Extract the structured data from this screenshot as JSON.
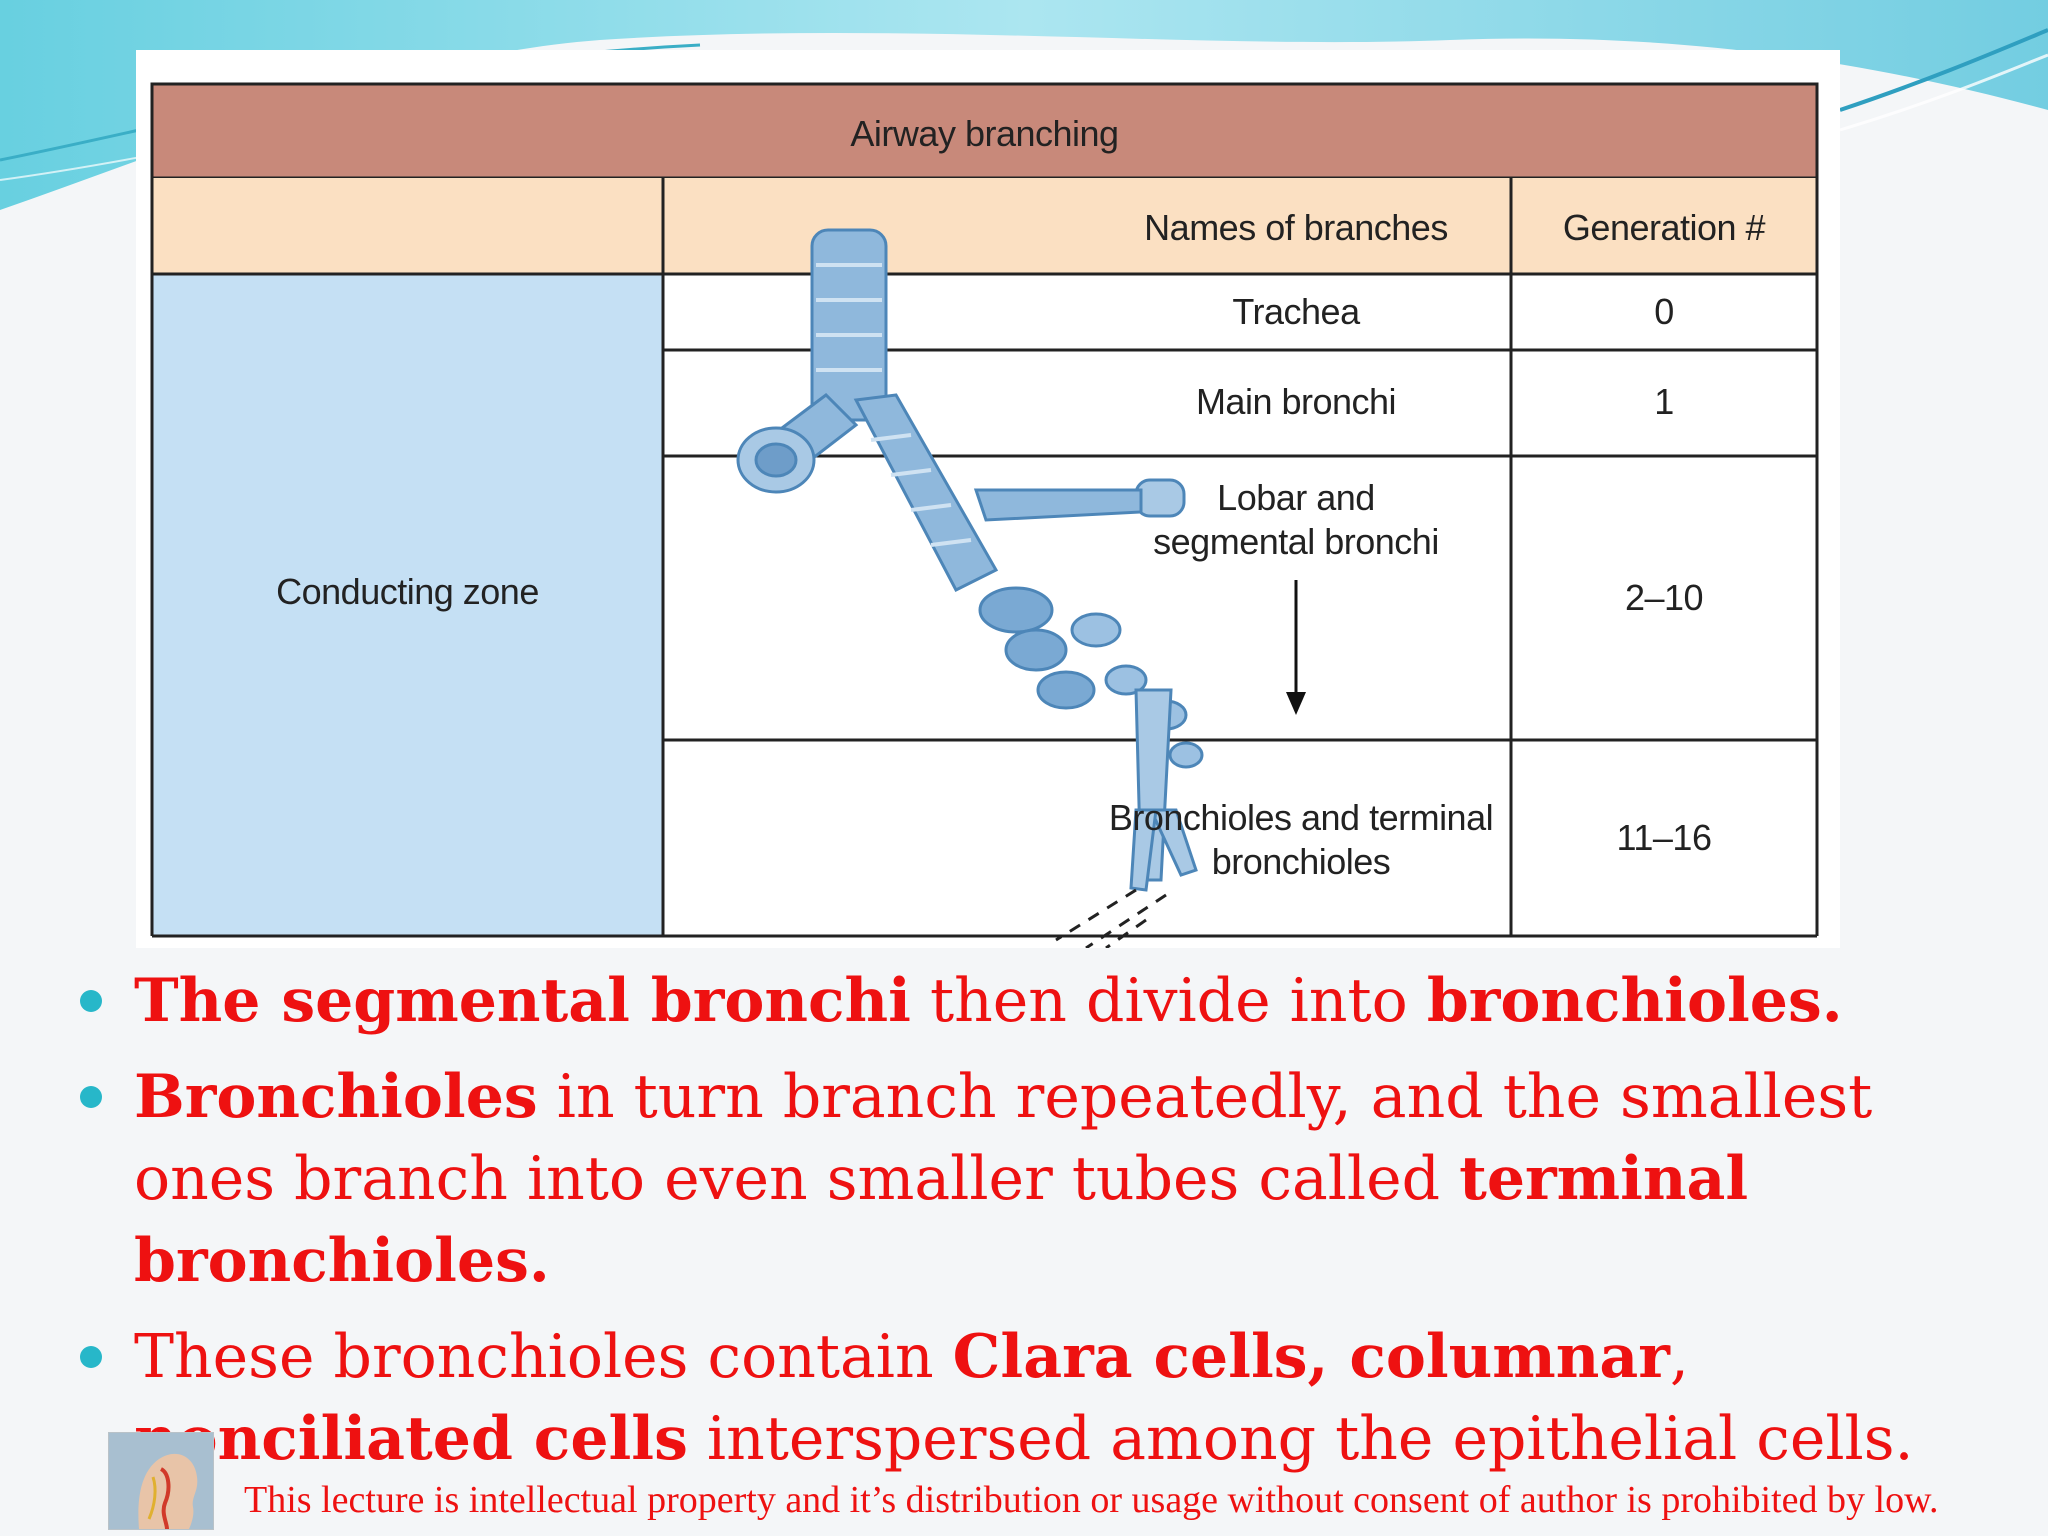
{
  "table": {
    "title": "Airway branching",
    "col_names": "Names of branches",
    "col_generation": "Generation #",
    "zone": "Conducting zone",
    "rows": [
      {
        "name": "Trachea",
        "generation": "0"
      },
      {
        "name": "Main bronchi",
        "generation": "1"
      },
      {
        "name": "Lobar and segmental bronchi",
        "generation": "2–10"
      },
      {
        "name": "Bronchioles and terminal bronchioles",
        "generation": "11–16"
      }
    ]
  },
  "bullets": [
    {
      "b1": "The segmental bronchi",
      "t1": " then divide into ",
      "b2": "bronchioles."
    },
    {
      "b1": "Bronchioles",
      "t1": " in turn branch repeatedly, and the smallest ones branch into even smaller tubes called ",
      "b2": "terminal bronchioles."
    },
    {
      "t0": "These bronchioles contain ",
      "b1": "Clara cells, columnar",
      "t1": ", ",
      "b2": "nonciliated cells",
      "t2": " interspersed among the epithelial cells."
    }
  ],
  "footer": {
    "text": "This lecture is intellectual property and it’s distribution or usage without consent of author is prohibited by low.",
    "icon": "anatomy-head-icon"
  },
  "colors": {
    "title_band": "#c8897a",
    "header_band": "#fbe0c2",
    "conducting_zone": "#c5e0f4",
    "bullet_text": "#ee1111",
    "bullet_dot": "#27b7c9"
  }
}
